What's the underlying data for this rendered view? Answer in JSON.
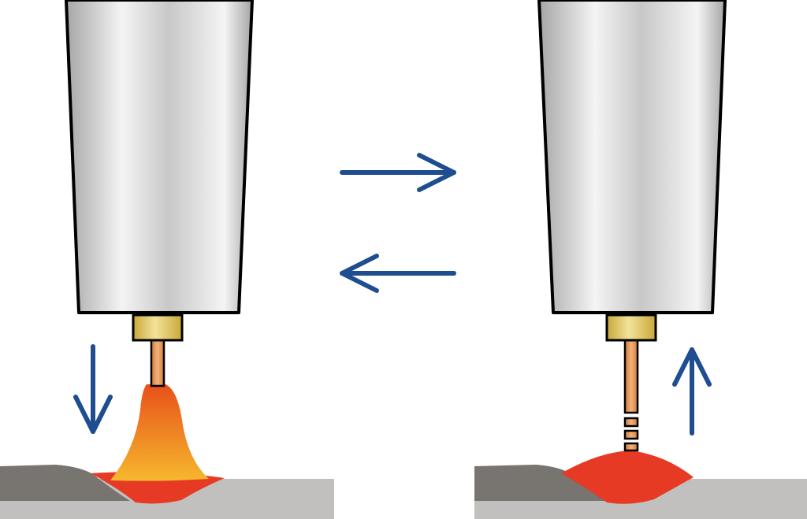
{
  "colors": {
    "background": "#ffffff",
    "outline": "#000000",
    "torch_light": "#f4f4f4",
    "torch_mid": "#c8c8c8",
    "torch_dark": "#a6a6a6",
    "contact_tip_light": "#f3e29a",
    "contact_tip_dark": "#c9a83a",
    "wire": "#d07a3c",
    "wire_highlight": "#f2b27a",
    "arc_top": "#e8501a",
    "arc_bottom": "#f6b82e",
    "weld_pool": "#e63a24",
    "weld_bead": "#787470",
    "base_metal": "#c2c0bf",
    "arrow": "#1e4e8f"
  },
  "icons": {
    "forward_arrow": "arrow-right-icon",
    "backward_arrow": "arrow-left-icon",
    "wire_down_arrow": "arrow-down-icon",
    "wire_up_arrow": "arrow-up-icon"
  },
  "panels": [
    {
      "phase": "arc",
      "wire_direction": "down"
    },
    {
      "phase": "short-circuit",
      "wire_direction": "up"
    }
  ]
}
